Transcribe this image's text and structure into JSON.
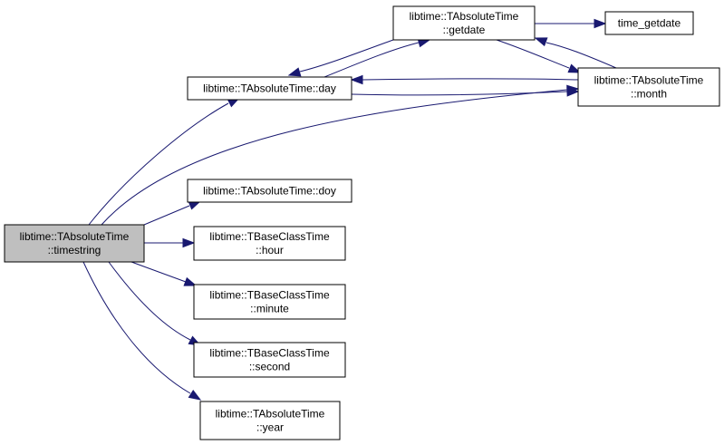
{
  "colors": {
    "node_fill": "#ffffff",
    "root_fill": "#bfbfbf",
    "edge": "#191970",
    "border": "#000000"
  },
  "nodes": {
    "timestring": {
      "lines": [
        "libtime::TAbsoluteTime",
        "::timestring"
      ]
    },
    "day": {
      "lines": [
        "libtime::TAbsoluteTime::day"
      ]
    },
    "getdate": {
      "lines": [
        "libtime::TAbsoluteTime",
        "::getdate"
      ]
    },
    "time_getdate": {
      "lines": [
        "time_getdate"
      ]
    },
    "month": {
      "lines": [
        "libtime::TAbsoluteTime",
        "::month"
      ]
    },
    "doy": {
      "lines": [
        "libtime::TAbsoluteTime::doy"
      ]
    },
    "hour": {
      "lines": [
        "libtime::TBaseClassTime",
        "::hour"
      ]
    },
    "minute": {
      "lines": [
        "libtime::TBaseClassTime",
        "::minute"
      ]
    },
    "second": {
      "lines": [
        "libtime::TBaseClassTime",
        "::second"
      ]
    },
    "year": {
      "lines": [
        "libtime::TAbsoluteTime",
        "::year"
      ]
    }
  },
  "edges": [
    {
      "from": "timestring",
      "to": "day"
    },
    {
      "from": "timestring",
      "to": "month"
    },
    {
      "from": "timestring",
      "to": "doy"
    },
    {
      "from": "timestring",
      "to": "hour"
    },
    {
      "from": "timestring",
      "to": "minute"
    },
    {
      "from": "timestring",
      "to": "second"
    },
    {
      "from": "timestring",
      "to": "year"
    },
    {
      "from": "day",
      "to": "getdate"
    },
    {
      "from": "day",
      "to": "month"
    },
    {
      "from": "getdate",
      "to": "day"
    },
    {
      "from": "getdate",
      "to": "time_getdate"
    },
    {
      "from": "getdate",
      "to": "month"
    },
    {
      "from": "month",
      "to": "day"
    },
    {
      "from": "month",
      "to": "getdate"
    }
  ]
}
